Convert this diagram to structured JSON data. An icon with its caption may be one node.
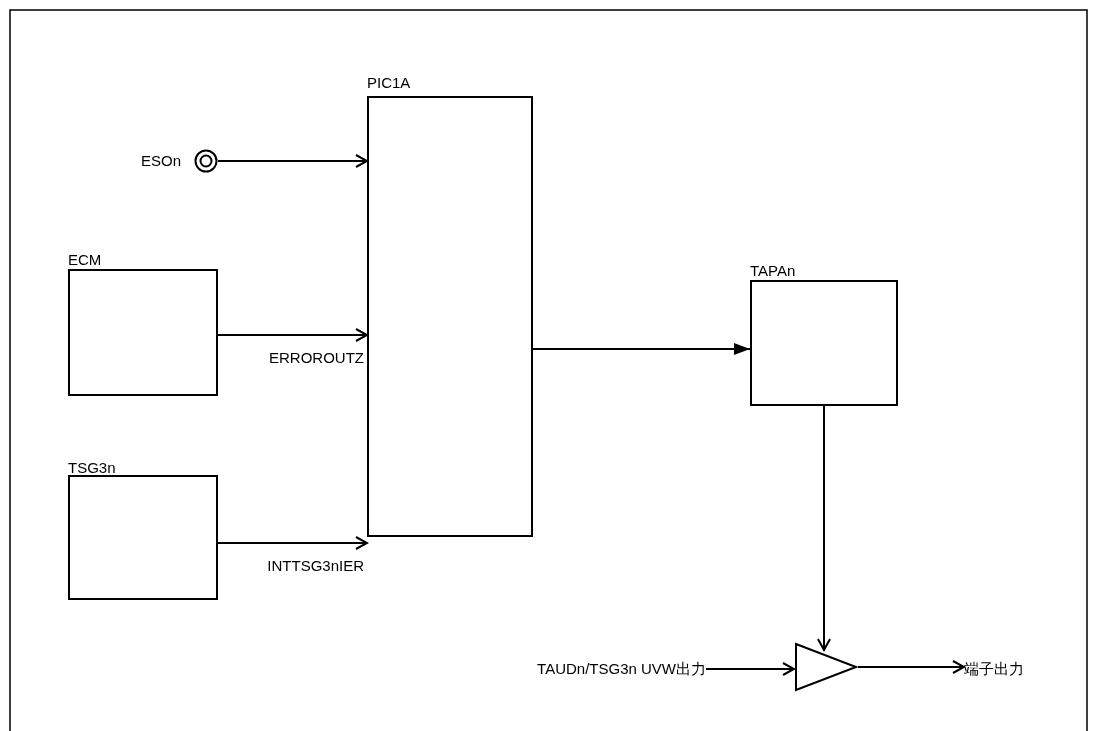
{
  "diagram": {
    "nodes": [
      {
        "text": [
          "PIC1A"
        ]
      },
      {
        "text": [
          "ESOn"
        ]
      },
      {
        "text": [
          "ECM"
        ]
      },
      {
        "text": [
          "TSG3n"
        ]
      },
      {
        "text": [
          "TAPAn"
        ]
      },
      {
        "text": [],
        "shape": "triangle"
      },
      {
        "text": [
          "TAUDn/TSG3n UVW出力"
        ]
      },
      {
        "text": [
          "端子出力"
        ]
      }
    ],
    "edges": [
      {
        "from": 1,
        "to": 0,
        "arrow": "to"
      },
      {
        "from": 2,
        "to": 0,
        "arrow": "to",
        "label": "ERROROUTZ"
      },
      {
        "from": 3,
        "to": 0,
        "arrow": "to",
        "label": "INTTSG3nIER"
      },
      {
        "from": 0,
        "to": 4,
        "arrow": "to"
      },
      {
        "from": 4,
        "to": 5,
        "arrow": "to"
      },
      {
        "from": 6,
        "to": 5,
        "arrow": "to"
      },
      {
        "from": 5,
        "to": 7,
        "arrow": "to"
      }
    ]
  }
}
